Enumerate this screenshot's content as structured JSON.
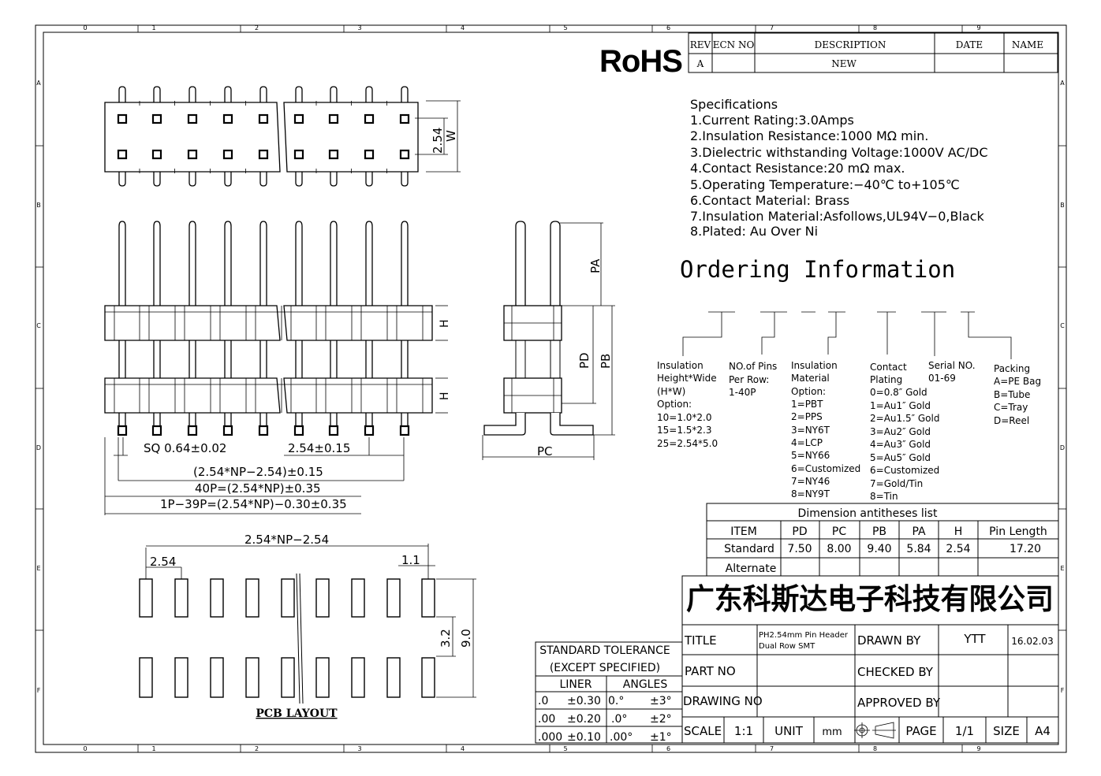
{
  "rohs": "RoHS",
  "rev_table": {
    "headers": [
      "REV",
      "ECN NO",
      "DESCRIPTION",
      "DATE",
      "NAME"
    ],
    "row": [
      "A",
      "",
      "NEW",
      "",
      ""
    ]
  },
  "specifications": {
    "title": "Specifications",
    "items": [
      "1.Current  Rating:3.0Amps",
      "2.Insulation  Resistance:1000  MΩ  min.",
      "3.Dielectric  withstanding  Voltage:1000V  AC/DC",
      "4.Contact  Resistance:20  mΩ  max.",
      "5.Operating  Temperature:−40℃  to+105℃",
      "6.Contact  Material:  Brass",
      "7.Insulation  Material:Asfollows,UL94V−0,Black",
      "8.Plated:  Au  Over  Ni"
    ]
  },
  "ordering": {
    "title": "Ordering  Information",
    "groups": [
      [
        "Insulation",
        "Height*Wide",
        "(H*W)",
        "Option:",
        "10=1.0*2.0",
        "15=1.5*2.3",
        "25=2.54*5.0"
      ],
      [
        "NO.of Pins",
        "Per Row:",
        "1-40P"
      ],
      [
        "Insulation",
        "Material",
        "Option:",
        "1=PBT",
        "2=PPS",
        "3=NY6T",
        "4=LCP",
        "5=NY66",
        "6=Customized",
        "7=NY46",
        "8=NY9T"
      ],
      [
        "Contact",
        "Plating",
        "0=0.8″ Gold",
        "1=Au1″ Gold",
        "2=Au1.5″ Gold",
        "3=Au2″ Gold",
        "4=Au3″ Gold",
        "5=Au5″ Gold",
        "6=Customized",
        "7=Gold/Tin",
        "8=Tin"
      ],
      [
        "Serial NO.",
        "01-69"
      ],
      [
        "Packing",
        "A=PE Bag",
        "B=Tube",
        "C=Tray",
        "D=Reel"
      ]
    ]
  },
  "dimension_table": {
    "title": "Dimension  antitheses  list",
    "headers": [
      "ITEM",
      "PD",
      "PC",
      "PB",
      "PA",
      "H",
      "Pin Length"
    ],
    "rows": [
      [
        "Standard",
        "7.50",
        "8.00",
        "9.40",
        "5.84",
        "2.54",
        "17.20"
      ],
      [
        "Alternate",
        "",
        "",
        "",
        "",
        "",
        ""
      ]
    ]
  },
  "company": "广东科斯达电子科技有限公司",
  "title_block": {
    "title_label": "TITLE",
    "title_value_1": "PH2.54mm Pin Header",
    "title_value_2": "Dual Row SMT",
    "drawn_by_label": "DRAWN BY",
    "drawn_by": "YTT",
    "date": "16.02.03",
    "part_no_label": "PART NO",
    "checked_by_label": "CHECKED BY",
    "drawing_no_label": "DRAWING NO",
    "approved_by_label": "APPROVED BY",
    "scale_label": "SCALE",
    "scale": "1:1",
    "unit_label": "UNIT",
    "unit": "mm",
    "page_label": "PAGE",
    "page": "1/1",
    "size_label": "SIZE",
    "size": "A4"
  },
  "tolerance": {
    "title_1": "STANDARD  TOLERANCE",
    "title_2": "(EXCEPT   SPECIFIED)",
    "liner": "LINER",
    "angles": "ANGLES",
    "rows": [
      [
        ".0",
        "±0.30",
        "0.°",
        "±3°"
      ],
      [
        ".00",
        "±0.20",
        ".0°",
        "±2°"
      ],
      [
        ".000",
        "±0.10",
        ".00°",
        "±1°"
      ]
    ]
  },
  "dims": {
    "w_pitch": "2.54",
    "w": "W",
    "pa": "PA",
    "pd": "PD",
    "pb": "PB",
    "pc": "PC",
    "h": "H",
    "sq": "SQ  0.64±0.02",
    "pitch_tol": "2.54±0.15",
    "total": "(2.54*NP−2.54)±0.15",
    "np40": "40P=(2.54*NP)±0.35",
    "np39": "1P−39P=(2.54*NP)−0.30±0.35",
    "pcb_total": "2.54*NP−2.54",
    "pcb_pitch": "2.54",
    "pcb_pad_w": "1.1",
    "pcb_gap": "3.2",
    "pcb_height": "9.0",
    "pcb_layout": "PCB LAYOUT"
  },
  "frame": {
    "cols": [
      "0",
      "1",
      "2",
      "3",
      "4",
      "5",
      "6",
      "7",
      "8",
      "9"
    ],
    "rows": [
      "A",
      "B",
      "C",
      "D",
      "E",
      "F"
    ]
  }
}
